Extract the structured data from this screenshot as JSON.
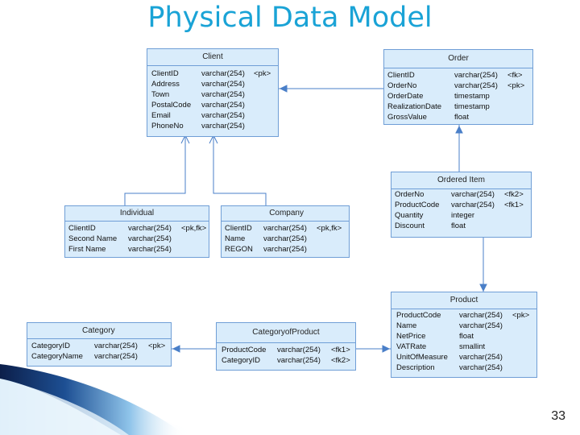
{
  "title": "Physical Data Model",
  "page_number": "33",
  "colors": {
    "title": "#1aa3d6",
    "entity_fill": "#d9ecfb",
    "entity_border": "#6f9ed6",
    "line": "#4a7fc8"
  },
  "entities": {
    "client": {
      "name": "Client",
      "attributes": [
        {
          "name": "ClientID",
          "type": "varchar(254)",
          "key": "<pk>"
        },
        {
          "name": "Address",
          "type": "varchar(254)",
          "key": ""
        },
        {
          "name": "Town",
          "type": "varchar(254)",
          "key": ""
        },
        {
          "name": "PostalCode",
          "type": "varchar(254)",
          "key": ""
        },
        {
          "name": "Email",
          "type": "varchar(254)",
          "key": ""
        },
        {
          "name": "PhoneNo",
          "type": "varchar(254)",
          "key": ""
        }
      ]
    },
    "order": {
      "name": "Order",
      "attributes": [
        {
          "name": "ClientID",
          "type": "varchar(254)",
          "key": "<fk>"
        },
        {
          "name": "OrderNo",
          "type": "varchar(254)",
          "key": "<pk>"
        },
        {
          "name": "OrderDate",
          "type": "timestamp",
          "key": ""
        },
        {
          "name": "RealizationDate",
          "type": "timestamp",
          "key": ""
        },
        {
          "name": "GrossValue",
          "type": "float",
          "key": ""
        }
      ]
    },
    "ordered_item": {
      "name": "Ordered Item",
      "attributes": [
        {
          "name": "OrderNo",
          "type": "varchar(254)",
          "key": "<fk2>"
        },
        {
          "name": "ProductCode",
          "type": "varchar(254)",
          "key": "<fk1>"
        },
        {
          "name": "Quantity",
          "type": "integer",
          "key": ""
        },
        {
          "name": "Discount",
          "type": "float",
          "key": ""
        }
      ]
    },
    "individual": {
      "name": "Individual",
      "attributes": [
        {
          "name": "ClientID",
          "type": "varchar(254)",
          "key": "<pk,fk>"
        },
        {
          "name": "Second Name",
          "type": "varchar(254)",
          "key": ""
        },
        {
          "name": "First Name",
          "type": "varchar(254)",
          "key": ""
        }
      ]
    },
    "company": {
      "name": "Company",
      "attributes": [
        {
          "name": "ClientID",
          "type": "varchar(254)",
          "key": "<pk,fk>"
        },
        {
          "name": "Name",
          "type": "varchar(254)",
          "key": ""
        },
        {
          "name": "REGON",
          "type": "varchar(254)",
          "key": ""
        }
      ]
    },
    "product": {
      "name": "Product",
      "attributes": [
        {
          "name": "ProductCode",
          "type": "varchar(254)",
          "key": "<pk>"
        },
        {
          "name": "Name",
          "type": "varchar(254)",
          "key": ""
        },
        {
          "name": "NetPrice",
          "type": "float",
          "key": ""
        },
        {
          "name": "VATRate",
          "type": "smallint",
          "key": ""
        },
        {
          "name": "UnitOfMeasure",
          "type": "varchar(254)",
          "key": ""
        },
        {
          "name": "Description",
          "type": "varchar(254)",
          "key": ""
        }
      ]
    },
    "category": {
      "name": "Category",
      "attributes": [
        {
          "name": "CategoryID",
          "type": "varchar(254)",
          "key": "<pk>"
        },
        {
          "name": "CategoryName",
          "type": "varchar(254)",
          "key": ""
        }
      ]
    },
    "category_of_product": {
      "name": "CategoryofProduct",
      "attributes": [
        {
          "name": "ProductCode",
          "type": "varchar(254)",
          "key": "<fk1>"
        },
        {
          "name": "CategoryID",
          "type": "varchar(254)",
          "key": "<fk2>"
        }
      ]
    }
  }
}
